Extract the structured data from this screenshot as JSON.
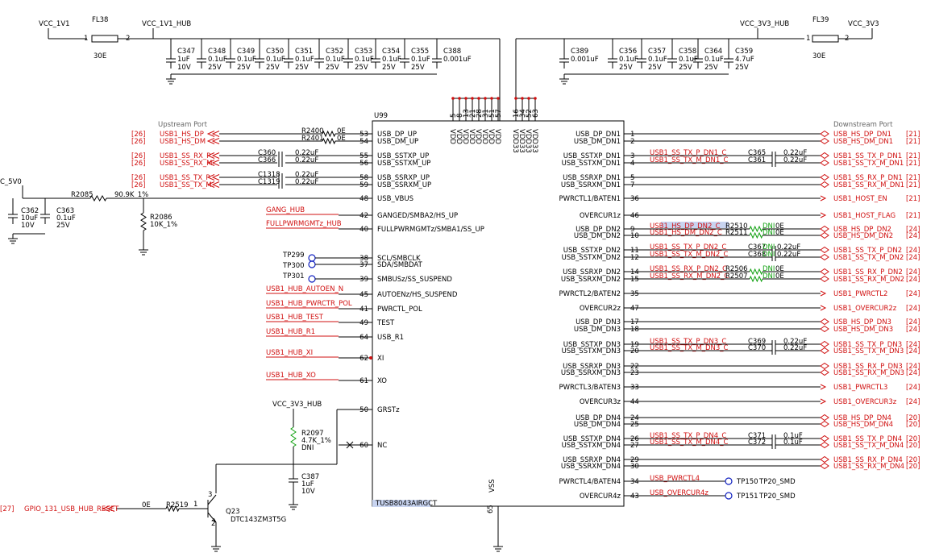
{
  "rails": {
    "vcc_1v1": "VCC_1V1",
    "vcc_1v1_hub": "VCC_1V1_HUB",
    "vcc_3v3_hub": "VCC_3V3_HUB",
    "vcc_3v3": "VCC_3V3",
    "vcc_5v0_partial": "C_5V0",
    "vcc_3v3_hub_grst": "VCC_3V3_HUB"
  },
  "ferrites": {
    "fl38": {
      "ref": "FL38",
      "value": "30E",
      "pin1": "1",
      "pin2": "2"
    },
    "fl39": {
      "ref": "FL39",
      "value": "30E",
      "pin1": "1",
      "pin2": "2"
    }
  },
  "caps_left": [
    {
      "ref": "C347",
      "value": "1uF",
      "volt": "10V"
    },
    {
      "ref": "C348",
      "value": "0.1uF",
      "volt": "25V"
    },
    {
      "ref": "C349",
      "value": "0.1uF",
      "volt": "25V"
    },
    {
      "ref": "C350",
      "value": "0.1uF",
      "volt": "25V"
    },
    {
      "ref": "C351",
      "value": "0.1uF",
      "volt": "25V"
    },
    {
      "ref": "C352",
      "value": "0.1uF",
      "volt": "25V"
    },
    {
      "ref": "C353",
      "value": "0.1uF",
      "volt": "25V"
    },
    {
      "ref": "C354",
      "value": "0.1uF",
      "volt": "25V"
    },
    {
      "ref": "C355",
      "value": "0.1uF",
      "volt": "25V"
    },
    {
      "ref": "C388",
      "value": "0.001uF",
      "volt": ""
    }
  ],
  "caps_right": [
    {
      "ref": "C389",
      "value": "0.001uF",
      "volt": ""
    },
    {
      "ref": "C356",
      "value": "0.1uF",
      "volt": "25V"
    },
    {
      "ref": "C357",
      "value": "0.1uF",
      "volt": "25V"
    },
    {
      "ref": "C358",
      "value": "0.1uF",
      "volt": "25V"
    },
    {
      "ref": "C364",
      "value": "0.1uF",
      "volt": "25V"
    },
    {
      "ref": "C359",
      "value": "4.7uF",
      "volt": "25V"
    }
  ],
  "ic": {
    "ref": "U99",
    "part": "TUSB8043AIRGCT",
    "upstream_title": "Upstream Port",
    "downstream_title": "Downstream Port",
    "top_pins": [
      "5",
      "8",
      "13",
      "21",
      "28",
      "31",
      "51",
      "57",
      "16",
      "34",
      "52",
      "63"
    ],
    "top_names": [
      "VDD",
      "VDD",
      "VDD",
      "VDD",
      "VDD",
      "VDD",
      "VDD",
      "VDD",
      "VDD33",
      "VDD33",
      "VDD33",
      "VDD33"
    ],
    "vss_label": "VSS",
    "vss_pin": "65",
    "left_pins": [
      {
        "num": "53",
        "name": "USB_DP_UP"
      },
      {
        "num": "54",
        "name": "USB_DM_UP"
      },
      {
        "num": "55",
        "name": "USB_SSTXP_UP"
      },
      {
        "num": "56",
        "name": "USB_SSTXM_UP"
      },
      {
        "num": "58",
        "name": "USB_SSRXP_UP"
      },
      {
        "num": "59",
        "name": "USB_SSRXM_UP"
      },
      {
        "num": "48",
        "name": "USB_VBUS"
      },
      {
        "num": "42",
        "name": "GANGED/SMBA2/HS_UP"
      },
      {
        "num": "40",
        "name": "FULLPWRMGMTz/SMBA1/SS_UP"
      },
      {
        "num": "38",
        "name": "SCL/SMBCLK"
      },
      {
        "num": "37",
        "name": "SDA/SMBDAT"
      },
      {
        "num": "39",
        "name": "SMBUSz/SS_SUSPEND"
      },
      {
        "num": "45",
        "name": "AUTOENz/HS_SUSPEND"
      },
      {
        "num": "41",
        "name": "PWRCTL_POL"
      },
      {
        "num": "49",
        "name": "TEST"
      },
      {
        "num": "64",
        "name": "USB_R1"
      },
      {
        "num": "62",
        "name": "XI"
      },
      {
        "num": "61",
        "name": "XO"
      },
      {
        "num": "50",
        "name": "GRSTz"
      },
      {
        "num": "60",
        "name": "NC"
      }
    ],
    "right_pins": [
      {
        "num": "1",
        "name": "USB_DP_DN1"
      },
      {
        "num": "2",
        "name": "USB_DM_DN1"
      },
      {
        "num": "3",
        "name": "USB_SSTXP_DN1"
      },
      {
        "num": "4",
        "name": "USB_SSTXM_DN1"
      },
      {
        "num": "5",
        "name": "USB_SSRXP_DN1"
      },
      {
        "num": "7",
        "name": "USB_SSRXM_DN1"
      },
      {
        "num": "36",
        "name": "PWRCTL1/BATEN1"
      },
      {
        "num": "46",
        "name": "OVERCUR1z"
      },
      {
        "num": "9",
        "name": "USB_DP_DN2"
      },
      {
        "num": "10",
        "name": "USB_DM_DN2"
      },
      {
        "num": "11",
        "name": "USB_SSTXP_DN2"
      },
      {
        "num": "12",
        "name": "USB_SSTXM_DN2"
      },
      {
        "num": "14",
        "name": "USB_SSRXP_DN2"
      },
      {
        "num": "15",
        "name": "USB_SSRXM_DN2"
      },
      {
        "num": "35",
        "name": "PWRCTL2/BATEN2"
      },
      {
        "num": "47",
        "name": "OVERCUR2z"
      },
      {
        "num": "17",
        "name": "USB_DP_DN3"
      },
      {
        "num": "18",
        "name": "USB_DM_DN3"
      },
      {
        "num": "19",
        "name": "USB_SSTXP_DN3"
      },
      {
        "num": "20",
        "name": "USB_SSTXM_DN3"
      },
      {
        "num": "22",
        "name": "USB_SSRXP_DN3"
      },
      {
        "num": "23",
        "name": "USB_SSRXM_DN3"
      },
      {
        "num": "33",
        "name": "PWRCTL3/BATEN3"
      },
      {
        "num": "44",
        "name": "OVERCUR3z"
      },
      {
        "num": "24",
        "name": "USB_DP_DN4"
      },
      {
        "num": "25",
        "name": "USB_DM_DN4"
      },
      {
        "num": "26",
        "name": "USB_SSTXP_DN4"
      },
      {
        "num": "27",
        "name": "USB_SSTXM_DN4"
      },
      {
        "num": "29",
        "name": "USB_SSRXP_DN4"
      },
      {
        "num": "30",
        "name": "USB_SSRXM_DN4"
      },
      {
        "num": "34",
        "name": "PWRCTL4/BATEN4"
      },
      {
        "num": "43",
        "name": "OVERCUR4z"
      }
    ]
  },
  "left_nets": [
    {
      "ref": "[26]",
      "net": "USB1_HS_DP",
      "part": "R2400",
      "val": "0E"
    },
    {
      "ref": "[26]",
      "net": "USB1_HS_DM",
      "part": "R2401",
      "val": "0E"
    },
    {
      "ref": "[26]",
      "net": "USB1_SS_RX_P",
      "part": "C360",
      "val": "0.22uF"
    },
    {
      "ref": "[26]",
      "net": "USB1_SS_RX_M",
      "part": "C366",
      "val": "0.22uF"
    },
    {
      "ref": "[26]",
      "net": "USB1_SS_TX_P",
      "part": "C1318",
      "val": "0.22uF"
    },
    {
      "ref": "[26]",
      "net": "USB1_SS_TX_M",
      "part": "C1319",
      "val": "0.22uF"
    }
  ],
  "vbus": {
    "r2085": "R2085",
    "r2085_val": "90.9K_1%",
    "r2086": "R2086",
    "r2086_val": "10K_1%",
    "c362": "C362",
    "c362_val": "10uF",
    "c362_v": "10V",
    "c363": "C363",
    "c363_val": "0.1uF",
    "c363_v": "25V"
  },
  "strap_nets": {
    "gang": "GANG_HUB",
    "fullpwr": "FULLPWRMGMTz_HUB",
    "tp299": "TP299",
    "tp300": "TP300",
    "tp301": "TP301",
    "autoen": "USB1_HUB_AUTOEN_N",
    "pwrctr": "USB1_HUB_PWRCTR_POL",
    "test": "USB1_HUB_TEST",
    "r1": "USB1_HUB_R1",
    "xi": "USB1_HUB_XI",
    "xo": "USB1_HUB_XO"
  },
  "reset": {
    "r2097": "R2097",
    "r2097_val": "4.7K_1%",
    "r2097_dni": "DNI",
    "c387": "C387",
    "c387_val": "1uF",
    "c387_v": "10V",
    "q23": "Q23",
    "q23_part": "DTC143ZM3T5G",
    "q_pin1": "1",
    "q_pin2": "2",
    "q_pin3": "3",
    "r2519": "R2519",
    "r2519_val": "0E",
    "gpio_ref": "[27]",
    "gpio": "GPIO_131_USB_HUB_RESET"
  },
  "dn1": [
    {
      "net": "USB_HS_DP_DN1",
      "ref": "[21]"
    },
    {
      "net": "USB_HS_DM_DN1",
      "ref": "[21]"
    },
    {
      "local": "USB1_SS_TX_P_DN1_C",
      "part": "C365",
      "val": "0.22uF",
      "net": "USB1_SS_TX_P_DN1",
      "ref": "[21]"
    },
    {
      "local": "USB1_SS_TX_M_DN1_C",
      "part": "C361",
      "val": "0.22uF",
      "net": "USB1_SS_TX_M_DN1",
      "ref": "[21]"
    },
    {
      "net": "USB1_SS_RX_P_DN1",
      "ref": "[21]"
    },
    {
      "net": "USB1_SS_RX_M_DN1",
      "ref": "[21]"
    },
    {
      "net": "USB1_HOST_EN",
      "ref": "[21]"
    },
    {
      "net": "USB1_HOST_FLAG",
      "ref": "[21]"
    }
  ],
  "dn2": [
    {
      "local": "USB1_HS_DP_DN2_C",
      "part": "R2510",
      "dni": "DNI",
      "val": "0E",
      "net": "USB_HS_DP_DN2",
      "ref": "[24]"
    },
    {
      "local": "USB1_HS_DM_DN2_C",
      "part": "R2511",
      "dni": "DNI",
      "val": "0E",
      "net": "USB_HS_DM_DN2",
      "ref": "[24]"
    },
    {
      "local": "USB1_SS_TX_P_DN2_C",
      "part": "C367",
      "dni": "DNI",
      "val": "0.22uF",
      "net": "USB1_SS_TX_P_DN2",
      "ref": "[24]"
    },
    {
      "local": "USB1_SS_TX_M_DN2_C",
      "part": "C368",
      "dni": "DNI",
      "val": "0.22uF",
      "net": "USB1_SS_TX_M_DN2",
      "ref": "[24]"
    },
    {
      "local": "USB1_SS_RX_P_DN2_C",
      "part": "R2506",
      "dni": "DNI",
      "val": "0E",
      "net": "USB1_SS_RX_P_DN2",
      "ref": "[24]"
    },
    {
      "local": "USB1_SS_RX_M_DN2_C",
      "part": "R2507",
      "dni": "DNI",
      "val": "0E",
      "net": "USB1_SS_RX_M_DN2",
      "ref": "[24]"
    },
    {
      "net": "USB1_PWRCTL2",
      "ref": "[24]"
    },
    {
      "net": "USB1_OVERCUR2z",
      "ref": "[24]"
    }
  ],
  "dn3": [
    {
      "net": "USB_HS_DP_DN3",
      "ref": "[24]"
    },
    {
      "net": "USB_HS_DM_DN3",
      "ref": "[24]"
    },
    {
      "local": "USB1_SS_TX_P_DN3_C",
      "part": "C369",
      "val": "0.22uF",
      "net": "USB1_SS_TX_P_DN3",
      "ref": "[24]"
    },
    {
      "local": "USB1_SS_TX_M_DN3_C",
      "part": "C370",
      "val": "0.22uF",
      "net": "USB1_SS_TX_M_DN3",
      "ref": "[24]"
    },
    {
      "net": "USB1_SS_RX_P_DN3",
      "ref": "[24]"
    },
    {
      "net": "USB1_SS_RX_M_DN3",
      "ref": "[24]"
    },
    {
      "net": "USB1_PWRCTL3",
      "ref": "[24]"
    },
    {
      "net": "USB1_OVERCUR3z",
      "ref": "[24]"
    }
  ],
  "dn4": [
    {
      "net": "USB_HS_DP_DN4",
      "ref": "[20]"
    },
    {
      "net": "USB_HS_DM_DN4",
      "ref": "[20]"
    },
    {
      "local": "USB1_SS_TX_P_DN4_C",
      "part": "C371",
      "val": "0.1uF",
      "net": "USB1_SS_TX_P_DN4",
      "ref": "[20]"
    },
    {
      "local": "USB1_SS_TX_M_DN4_C",
      "part": "C372",
      "val": "0.1uF",
      "net": "USB1_SS_TX_M_DN4",
      "ref": "[20]"
    },
    {
      "net": "USB1_SS_RX_P_DN4",
      "ref": "[20]"
    },
    {
      "net": "USB1_SS_RX_M_DN4",
      "ref": "[20]"
    },
    {
      "local": "USB_PWRCTL4",
      "net": "TP150",
      "net2": "TP20_SMD"
    },
    {
      "local": "USB_OVERCUR4z",
      "net": "TP151",
      "net2": "TP20_SMD"
    }
  ],
  "colors": {
    "wire": "#000000",
    "net": "#d01010",
    "dni": "#10a010",
    "testpoint": "#1020c0"
  }
}
